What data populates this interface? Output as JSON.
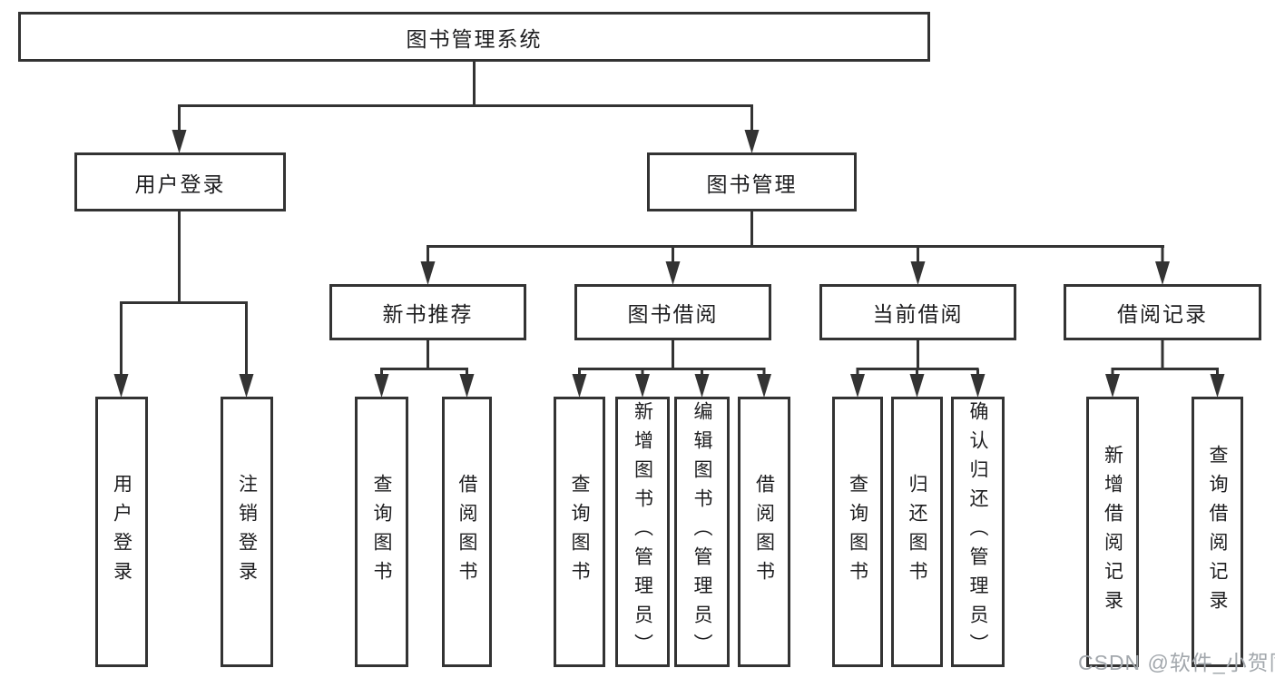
{
  "diagram": {
    "root": {
      "label": "图书管理系统"
    },
    "branches": [
      {
        "label": "用户登录",
        "children": [
          {
            "label": "用户登录"
          },
          {
            "label": "注销登录"
          }
        ]
      },
      {
        "label": "图书管理",
        "groups": [
          {
            "label": "新书推荐",
            "children": [
              {
                "label": "查询图书"
              },
              {
                "label": "借阅图书"
              }
            ]
          },
          {
            "label": "图书借阅",
            "children": [
              {
                "label": "查询图书"
              },
              {
                "label": "新增图书（管理员）"
              },
              {
                "label": "编辑图书（管理员）"
              },
              {
                "label": "借阅图书"
              }
            ]
          },
          {
            "label": "当前借阅",
            "children": [
              {
                "label": "查询图书"
              },
              {
                "label": "归还图书"
              },
              {
                "label": "确认归还（管理员）"
              }
            ]
          },
          {
            "label": "借阅记录",
            "children": [
              {
                "label": "新增借阅记录"
              },
              {
                "label": "查询借阅记录"
              }
            ]
          }
        ]
      }
    ],
    "line_color": "#333333",
    "box_background": "#ffffff",
    "text_color": "#1d1d1f"
  },
  "watermark": {
    "text": "CSDN @软件_小贺同学"
  }
}
